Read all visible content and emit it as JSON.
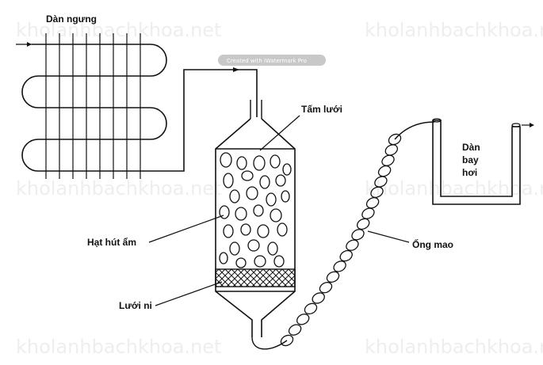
{
  "watermarks": {
    "top_left": "kholanhbachkhoa.net",
    "top_right": "kholanhbachkhoa.net",
    "mid_left": "kholanhbachkhoa.net",
    "mid_right": "kholanhbachkhoa.net",
    "bottom_left": "kholanhbachkhoa.net",
    "bottom_right": "kholanhbachkhoa.net"
  },
  "overlay_badge": "Created with iWatermark Pro",
  "labels": {
    "condenser": "Dàn ngưng",
    "screen": "Tấm lưới",
    "evaporator_line1": "Dàn",
    "evaporator_line2": "bay",
    "evaporator_line3": "hơi",
    "desiccant": "Hạt hút ẩm",
    "capillary": "Ống mao",
    "filter_mesh": "Lưới ni"
  },
  "colors": {
    "line": "#111111",
    "watermark": "#eeeeee",
    "badge": "#c8c8c8"
  }
}
